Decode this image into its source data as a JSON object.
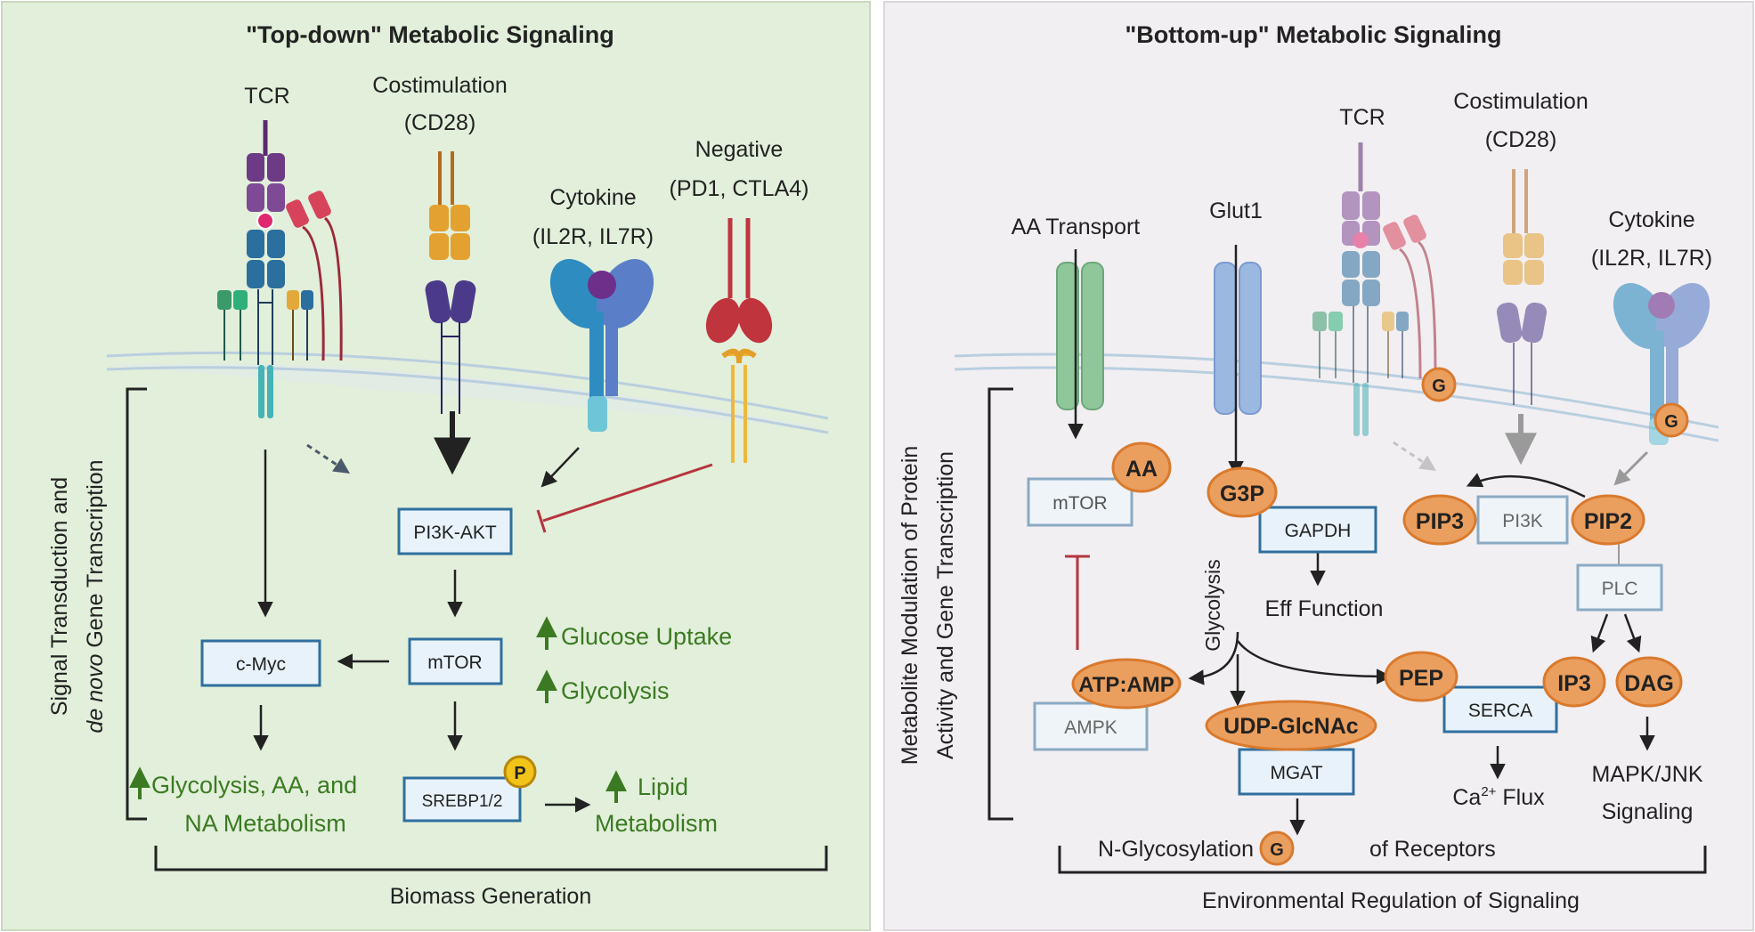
{
  "colors": {
    "left_bg": "#e2efda",
    "right_bg": "#f2eff2",
    "box_border": "#2f6f9e",
    "box_fill": "#e7f2fa",
    "metabolite_fill": "#eb9f5e",
    "metabolite_border": "#d97a2e",
    "green_text": "#3b7a22",
    "inhibit": "#b5343d",
    "arrow": "#222222"
  },
  "left": {
    "title": "\"Top-down\" Metabolic Signaling",
    "receptors": {
      "tcr": "TCR",
      "costim_1": "Costimulation",
      "costim_2": "(CD28)",
      "cytokine_1": "Cytokine",
      "cytokine_2": "(IL2R, IL7R)",
      "negative_1": "Negative",
      "negative_2": "(PD1, CTLA4)"
    },
    "side_label_1": "Signal Transduction and",
    "side_label_2_italic": "de novo",
    "side_label_2_rest": " Gene Transcription",
    "boxes": {
      "pi3k_akt": "PI3K-AKT",
      "mtor": "mTOR",
      "cmyc": "c-Myc",
      "srebp": "SREBP1/2"
    },
    "phospho": "P",
    "outputs": {
      "glucose_uptake": "Glucose Uptake",
      "glycolysis": "Glycolysis",
      "gly_aa_1": "Glycolysis, AA, and",
      "gly_aa_2": "NA Metabolism",
      "lipid_1": "Lipid",
      "lipid_2": "Metabolism"
    },
    "bottom_label": "Biomass Generation"
  },
  "right": {
    "title": "\"Bottom-up\" Metabolic Signaling",
    "receptors": {
      "aa_transport": "AA Transport",
      "glut1": "Glut1",
      "tcr": "TCR",
      "costim_1": "Costimulation",
      "costim_2": "(CD28)",
      "cytokine_1": "Cytokine",
      "cytokine_2": "(IL2R, IL7R)"
    },
    "side_label_1": "Metabolite Modulation of Protein",
    "side_label_2": "Activity and Gene Transcription",
    "boxes": {
      "mtor": "mTOR",
      "gapdh": "GAPDH",
      "pi3k": "PI3K",
      "plc": "PLC",
      "ampk": "AMPK",
      "serca": "SERCA",
      "mgat": "MGAT"
    },
    "metabolites": {
      "aa": "AA",
      "g3p": "G3P",
      "pip3": "PIP3",
      "pip2": "PIP2",
      "atp_amp": "ATP:AMP",
      "pep": "PEP",
      "ip3": "IP3",
      "dag": "DAG",
      "udp": "UDP-GlcNAc"
    },
    "glyco_marker": "G",
    "glycolysis_label": "Glycolysis",
    "eff_function": "Eff Function",
    "ca_flux_prefix": "Ca",
    "ca_flux_sup": "2+",
    "ca_flux_suffix": " Flux",
    "mapk_1": "MAPK/JNK",
    "mapk_2": "Signaling",
    "nglyco_prefix": "N-Glycosylation",
    "nglyco_suffix": "of Receptors",
    "bottom_label": "Environmental Regulation of Signaling"
  }
}
